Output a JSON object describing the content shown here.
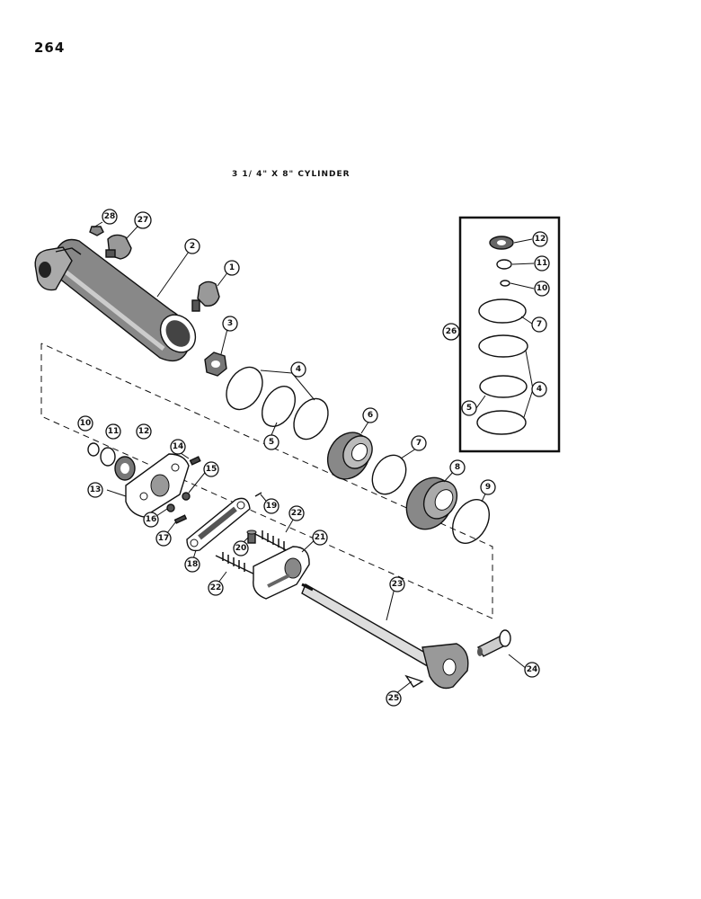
{
  "page_number": "264",
  "title": "3 1/ 4\" X 8\" CYLINDER",
  "callouts": [
    {
      "id": "c28",
      "label": "28"
    },
    {
      "id": "c27",
      "label": "27"
    },
    {
      "id": "c2",
      "label": "2"
    },
    {
      "id": "c1",
      "label": "1"
    },
    {
      "id": "c3",
      "label": "3"
    },
    {
      "id": "c4a",
      "label": "4"
    },
    {
      "id": "c5a",
      "label": "5"
    },
    {
      "id": "c6",
      "label": "6"
    },
    {
      "id": "c7a",
      "label": "7"
    },
    {
      "id": "c8",
      "label": "8"
    },
    {
      "id": "c9",
      "label": "9"
    },
    {
      "id": "c10a",
      "label": "10"
    },
    {
      "id": "c11a",
      "label": "11"
    },
    {
      "id": "c12a",
      "label": "12"
    },
    {
      "id": "c13",
      "label": "13"
    },
    {
      "id": "c14",
      "label": "14"
    },
    {
      "id": "c15",
      "label": "15"
    },
    {
      "id": "c16",
      "label": "16"
    },
    {
      "id": "c17",
      "label": "17"
    },
    {
      "id": "c18",
      "label": "18"
    },
    {
      "id": "c19",
      "label": "19"
    },
    {
      "id": "c20",
      "label": "20"
    },
    {
      "id": "c21",
      "label": "21"
    },
    {
      "id": "c22a",
      "label": "22"
    },
    {
      "id": "c22b",
      "label": "22"
    },
    {
      "id": "c23",
      "label": "23"
    },
    {
      "id": "c24",
      "label": "24"
    },
    {
      "id": "c25",
      "label": "25"
    },
    {
      "id": "c26",
      "label": "26"
    },
    {
      "id": "c12b",
      "label": "12"
    },
    {
      "id": "c11b",
      "label": "11"
    },
    {
      "id": "c10b",
      "label": "10"
    },
    {
      "id": "c7b",
      "label": "7"
    },
    {
      "id": "c4b",
      "label": "4"
    },
    {
      "id": "c5b",
      "label": "5"
    }
  ]
}
